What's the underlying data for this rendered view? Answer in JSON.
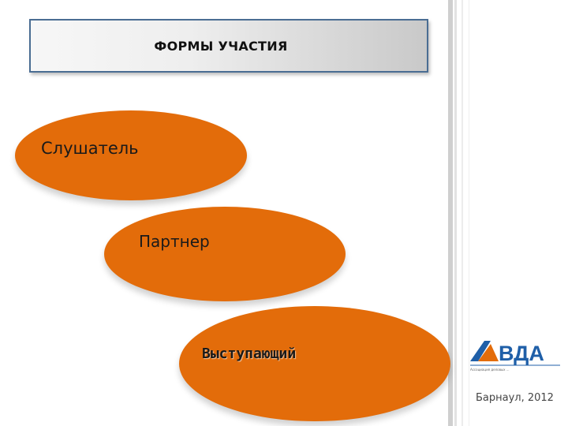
{
  "title": "ФОРМЫ УЧАСТИЯ",
  "items": [
    {
      "label": "Слушатель"
    },
    {
      "label": "Партнер"
    },
    {
      "label": "Выступающий"
    }
  ],
  "logo": {
    "text": "ВДА",
    "tagline": "Ассоциация деловых ..."
  },
  "footer": {
    "city_year": "Барнаул, 2012"
  },
  "colors": {
    "ellipse": "#e36c0a",
    "title_border": "#4a6d93",
    "logo_blue": "#1f5fa8",
    "logo_orange": "#e36c0a"
  }
}
